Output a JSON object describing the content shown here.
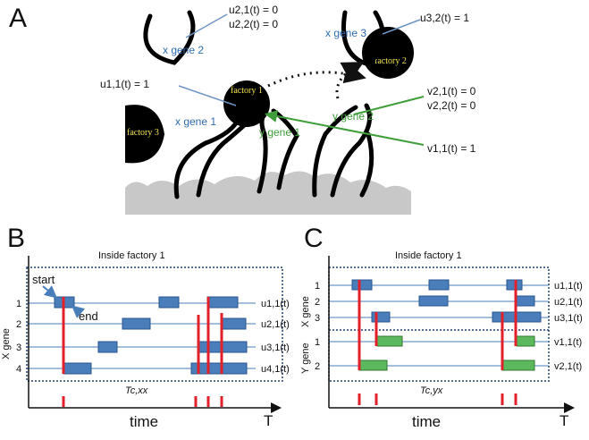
{
  "panels": {
    "a": {
      "letter": "A"
    },
    "b": {
      "letter": "B"
    },
    "c": {
      "letter": "C"
    }
  },
  "panel_a": {
    "factories": {
      "f1": "factory 1",
      "f2": "factory 2",
      "f3": "factory 3"
    },
    "gene_labels": {
      "x_gene_1": "x gene 1",
      "x_gene_2": "x gene 2",
      "x_gene_3": "x gene 3",
      "y_gene_1": "y gene 1",
      "y_gene_2": "y gene 2"
    },
    "annotations": {
      "u21": "u2,1(t) = 0",
      "u22": "u2,2(t) = 0",
      "u32": "u3,2(t) = 1",
      "u11": "u1,1(t) = 1",
      "v21": "v2,1(t) = 0",
      "v22": "v2,2(t) = 0",
      "v11": "v1,1(t) = 1"
    },
    "colors": {
      "blue": "#2f6db0",
      "green": "#3f9e3a",
      "factory_text": "#f2e34d",
      "bedrock": "#c8c8c8"
    }
  },
  "panel_b": {
    "inside_title": "Inside factory 1",
    "y_axis_label": "X gene",
    "row_numbers": [
      "1",
      "2",
      "3",
      "4"
    ],
    "track_labels": [
      "u1,1(t)",
      "u2,1(t)",
      "u3,1(t)",
      "u4,1(t)"
    ],
    "start_label": "start",
    "end_label": "end",
    "tc_label": "Tc,xx",
    "x_axis_title": "time",
    "x_axis_letter": "T"
  },
  "panel_c": {
    "inside_title": "Inside factory 1",
    "x_gene_label": "X gene",
    "y_gene_label": "Y gene",
    "x_row_numbers": [
      "1",
      "2",
      "3"
    ],
    "y_row_numbers": [
      "1",
      "2"
    ],
    "track_labels": [
      "u1,1(t)",
      "u2,1(t)",
      "u3,1(t)",
      "v1,1(t)",
      "v2,1(t)"
    ],
    "tc_label": "Tc,yx",
    "x_axis_title": "time",
    "x_axis_letter": "T"
  },
  "colors": {
    "x_block": "#4a7ebb",
    "y_block": "#5cb85c",
    "red_line": "#e2202a",
    "dotted_border": "#1f3f6e"
  }
}
